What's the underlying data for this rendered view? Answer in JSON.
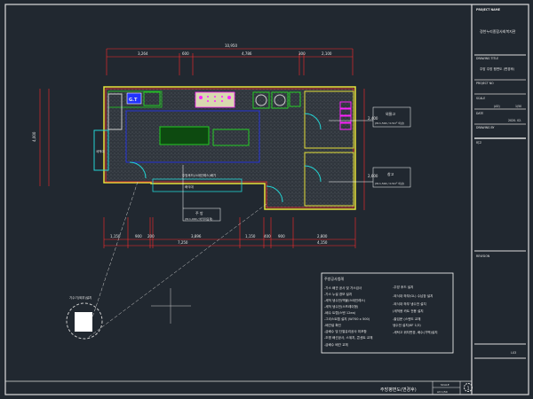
{
  "title_block": {
    "project_label": "PROJECT NAME",
    "project_name": "경천누리종합사회복지관",
    "drawing_title_label": "DRAWING TITLE",
    "drawing_title": "주방 주방 평면도 (변경후)",
    "project_no_label": "PROJECT NO",
    "scale_label": "SCALE",
    "scale_a3": "(A3)",
    "scale_value": "1/50",
    "date_label": "DATE",
    "date_value": "2020. 02.",
    "drawn_by_label": "DRAWING BY",
    "note_label": "비고",
    "revision_label": "REVISION",
    "sheet_no": "I-03"
  },
  "dimensions": {
    "top_total": "10,950",
    "top": [
      "3,264",
      "600",
      "4,786",
      "300",
      "2,100"
    ],
    "bottom": [
      "1,150",
      "900",
      "200",
      "3,896",
      "1,150",
      "400",
      "900",
      "2,800"
    ],
    "bottom_total": [
      "7,250",
      "4,150"
    ],
    "left": "4,000",
    "right": [
      "2,400",
      "2,600"
    ]
  },
  "rooms": {
    "outer_storage": {
      "name": "외물고",
      "spec": "(W:1,500 / 0.5m² 이상)"
    },
    "storage": {
      "name": "창고",
      "spec": "(W:1,500 / 0.5m² 이상)"
    },
    "kitchen": {
      "name": "주 방",
      "spec": "(W:1,000 / 바닥마감재)"
    },
    "wash": "세척대",
    "counter": "배식대",
    "hood": "주방후드(스테인레스)배기",
    "equipment_tag": "G.T",
    "detail_label": "기수기(외부)설치"
  },
  "notes": {
    "title": "주방공사범례",
    "left": [
      "-가스 배관 공사 및 가스검사",
      "-가스 누설 경보 설치",
      "-세척 냉수전(벽붙/스테인레스)",
      "-세척 냉수전(스프레이형)",
      "-배수 트랩(스텐 12ea)",
      "-그리스트랩 설치 (W700 x 500)",
      "-배관설 확인",
      "-급배수 및 단열유리공사 미포함",
      "-조명 배선공사, 스위치, 콘센트 교체",
      "-급배수 배관 교체"
    ],
    "right": [
      "-주방 후드 설치",
      "-외식대 하부(GL) 수납장 설치",
      "-외식대 하부 냉수전 설치",
      " (세척용 카트 전용 설치",
      "-출입문 (스텐도 교체",
      "  냉수전 설치(6F 1/3)",
      "-세탁고 위치변경, 배수(가벽)설치"
    ]
  },
  "footer": {
    "drawing_name": "주방평면도(변경후)",
    "scale_label": "SCALE",
    "scale_value": "A3 1/50",
    "number": "1"
  },
  "colors": {
    "background": "#212830",
    "wall": "#e8e33a",
    "dim": "#ff2a2a",
    "equip": "#22cc22",
    "cyan": "#22d4d4",
    "magenta": "#ff22ff",
    "blue": "#2233ff"
  }
}
